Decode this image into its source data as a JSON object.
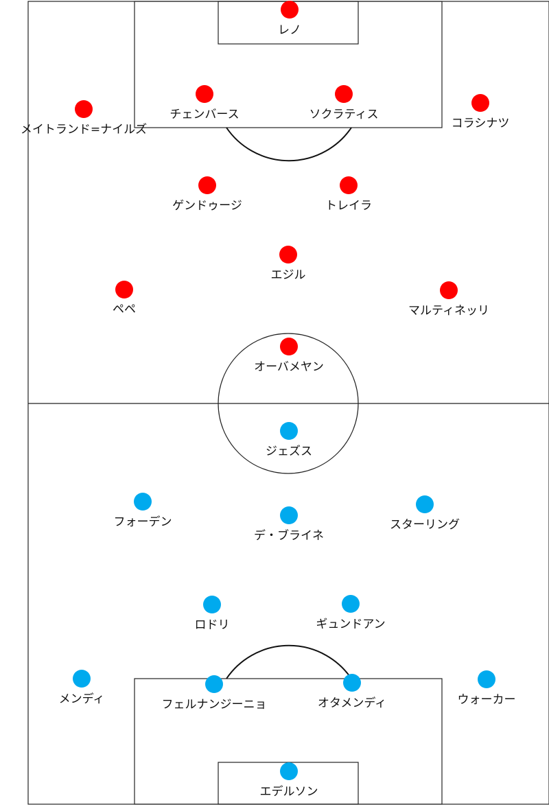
{
  "colors": {
    "home_team": "#ff0000",
    "away_team": "#00aaee",
    "lines": "#222222",
    "background": "#ffffff"
  },
  "home_team": {
    "color": "#ff0000",
    "players": [
      {
        "name": "レノ"
      },
      {
        "name": "チェンバース"
      },
      {
        "name": "ソクラティス"
      },
      {
        "name": "メイトランド=ナイルズ"
      },
      {
        "name": "コラシナツ"
      },
      {
        "name": "ゲンドゥージ"
      },
      {
        "name": "トレイラ"
      },
      {
        "name": "エジル"
      },
      {
        "name": "ペペ"
      },
      {
        "name": "マルティネッリ"
      },
      {
        "name": "オーバメヤン"
      }
    ]
  },
  "away_team": {
    "color": "#00aaee",
    "players": [
      {
        "name": "ジェズス"
      },
      {
        "name": "フォーデン"
      },
      {
        "name": "デ・ブライネ"
      },
      {
        "name": "スターリング"
      },
      {
        "name": "ロドリ"
      },
      {
        "name": "ギュンドアン"
      },
      {
        "name": "メンディ"
      },
      {
        "name": "フェルナンジーニョ"
      },
      {
        "name": "オタメンディ"
      },
      {
        "name": "ウォーカー"
      },
      {
        "name": "エデルソン"
      }
    ]
  }
}
